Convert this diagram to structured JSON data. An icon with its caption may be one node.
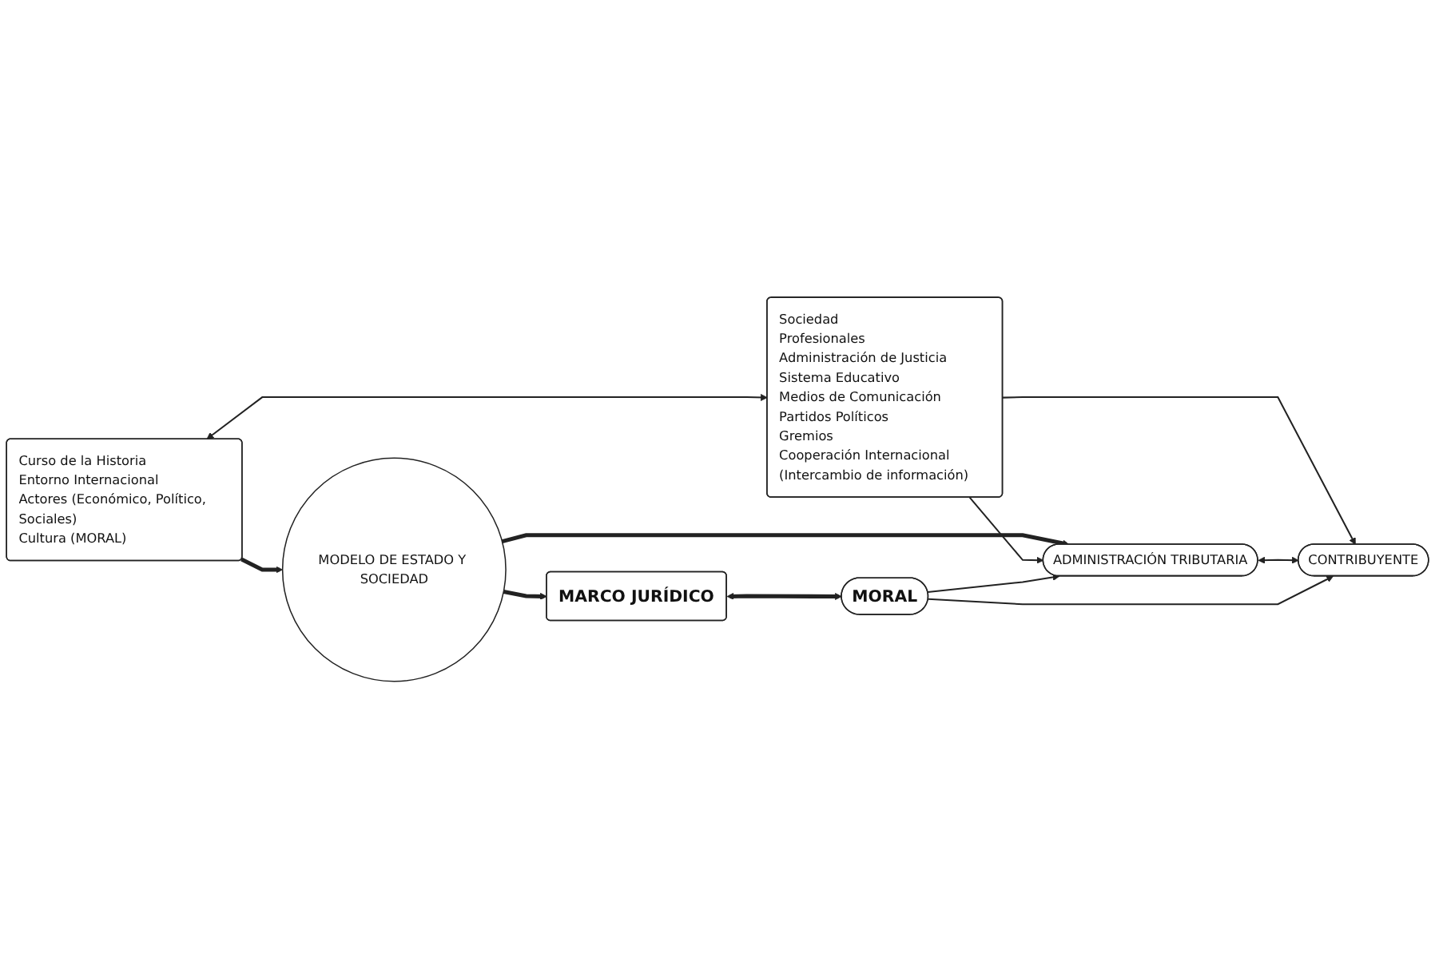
{
  "diagram": {
    "nodes": [
      {
        "text": [
          "Curso de la Historia",
          "Entorno Internacional",
          "Actores (Económico, Político, Sociales)",
          "Cultura (MORAL)"
        ]
      },
      {
        "text": [
          "MODELO DE ESTADO Y SOCIEDAD"
        ]
      },
      {
        "text": [
          "MARCO JURÍDICO"
        ]
      },
      {
        "text": [
          "Sociedad",
          "Profesionales",
          "Administración de Justicia",
          "Sistema Educativo",
          "Medios de Comunicación",
          "Partidos Políticos",
          "Gremios",
          "Cooperación Internacional (Intercambio de información)"
        ]
      },
      {
        "text": [
          "ADMINISTRACIÓN TRIBUTARIA"
        ]
      },
      {
        "text": [
          "CONTRIBUYENTE"
        ]
      },
      {
        "text": [
          "MORAL"
        ]
      }
    ],
    "edges": [
      {
        "from": 0,
        "to": 1,
        "arrow": "to",
        "style": "thick"
      },
      {
        "from": 1,
        "to": 2,
        "arrow": "to",
        "style": "thick"
      },
      {
        "from": 0,
        "to": 3,
        "arrow": "both"
      },
      {
        "from": 1,
        "to": 4,
        "arrow": "to",
        "style": "thick"
      },
      {
        "from": 2,
        "to": 6,
        "arrow": "both",
        "style": "thick"
      },
      {
        "from": 3,
        "to": 4,
        "arrow": "to"
      },
      {
        "from": 3,
        "to": 5,
        "arrow": "to"
      },
      {
        "from": 4,
        "to": 5,
        "arrow": "both"
      },
      {
        "from": 6,
        "to": 4,
        "arrow": "to"
      },
      {
        "from": 6,
        "to": 5,
        "arrow": "to"
      }
    ]
  }
}
